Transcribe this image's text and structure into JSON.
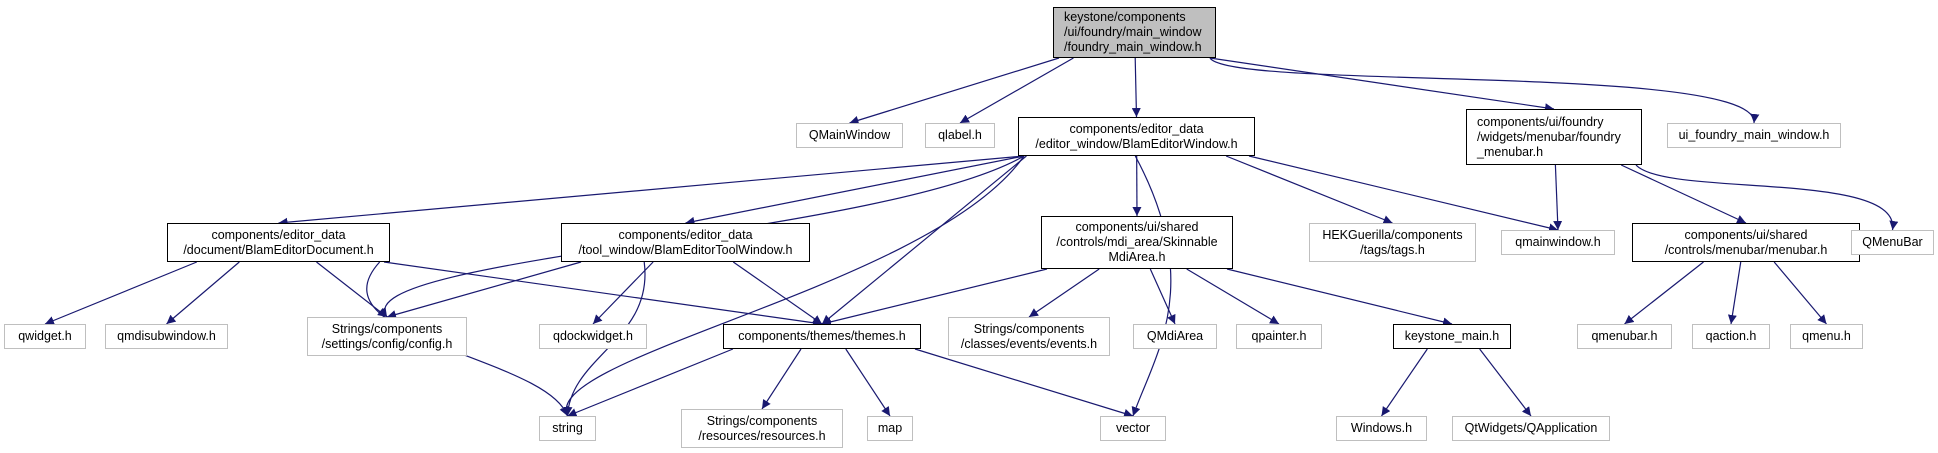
{
  "colors": {
    "edge": "#191970",
    "root_fill": "#bfbfbf",
    "external_border": "#bfbfbf",
    "local_border": "#000000"
  },
  "nodes": {
    "root": {
      "label": "keystone/components\n/ui/foundry/main_window\n/foundry_main_window.h"
    },
    "qmainwindow": {
      "label": "QMainWindow"
    },
    "qlabel": {
      "label": "qlabel.h"
    },
    "blameditorwindow": {
      "label": "components/editor_data\n/editor_window/BlamEditorWindow.h"
    },
    "foundry_menubar": {
      "label": "components/ui/foundry\n/widgets/menubar/foundry\n_menubar.h"
    },
    "ui_foundry": {
      "label": "ui_foundry_main_window.h"
    },
    "blameditordocument": {
      "label": "components/editor_data\n/document/BlamEditorDocument.h"
    },
    "blameditortoolwindow": {
      "label": "components/editor_data\n/tool_window/BlamEditorToolWindow.h"
    },
    "skinnable": {
      "label": "components/ui/shared\n/controls/mdi_area/Skinnable\nMdiArea.h"
    },
    "tags": {
      "label": "HEKGuerilla/components\n/tags/tags.h"
    },
    "qmainwindow_h": {
      "label": "qmainwindow.h"
    },
    "shared_menubar": {
      "label": "components/ui/shared\n/controls/menubar/menubar.h"
    },
    "qmenubar_cls": {
      "label": "QMenuBar"
    },
    "qwidget": {
      "label": "qwidget.h"
    },
    "qmdisubwindow": {
      "label": "qmdisubwindow.h"
    },
    "config": {
      "label": "Strings/components\n/settings/config/config.h"
    },
    "qdockwidget": {
      "label": "qdockwidget.h"
    },
    "themes": {
      "label": "components/themes/themes.h"
    },
    "events": {
      "label": "Strings/components\n/classes/events/events.h"
    },
    "qmdiarea": {
      "label": "QMdiArea"
    },
    "qpainter": {
      "label": "qpainter.h"
    },
    "keystone_main": {
      "label": "keystone_main.h"
    },
    "qmenubar_h": {
      "label": "qmenubar.h"
    },
    "qaction": {
      "label": "qaction.h"
    },
    "qmenu": {
      "label": "qmenu.h"
    },
    "string": {
      "label": "string"
    },
    "resources": {
      "label": "Strings/components\n/resources/resources.h"
    },
    "map": {
      "label": "map"
    },
    "vector": {
      "label": "vector"
    },
    "windows": {
      "label": "Windows.h"
    },
    "qapplication": {
      "label": "QtWidgets/QApplication"
    }
  },
  "edges": [
    [
      "root",
      "qmainwindow"
    ],
    [
      "root",
      "qlabel"
    ],
    [
      "root",
      "blameditorwindow"
    ],
    [
      "root",
      "foundry_menubar"
    ],
    [
      "root",
      "ui_foundry"
    ],
    [
      "blameditorwindow",
      "blameditordocument"
    ],
    [
      "blameditorwindow",
      "config"
    ],
    [
      "blameditorwindow",
      "string"
    ],
    [
      "blameditorwindow",
      "blameditortoolwindow"
    ],
    [
      "blameditorwindow",
      "themes"
    ],
    [
      "blameditorwindow",
      "skinnable"
    ],
    [
      "blameditorwindow",
      "vector"
    ],
    [
      "blameditorwindow",
      "tags"
    ],
    [
      "blameditorwindow",
      "qmainwindow_h"
    ],
    [
      "foundry_menubar",
      "qmainwindow_h"
    ],
    [
      "foundry_menubar",
      "shared_menubar"
    ],
    [
      "foundry_menubar",
      "qmenubar_cls"
    ],
    [
      "blameditordocument",
      "qwidget"
    ],
    [
      "blameditordocument",
      "qmdisubwindow"
    ],
    [
      "blameditordocument",
      "config"
    ],
    [
      "blameditordocument",
      "string"
    ],
    [
      "blameditordocument",
      "themes"
    ],
    [
      "blameditortoolwindow",
      "config"
    ],
    [
      "blameditortoolwindow",
      "qdockwidget"
    ],
    [
      "blameditortoolwindow",
      "themes"
    ],
    [
      "blameditortoolwindow",
      "string"
    ],
    [
      "skinnable",
      "themes"
    ],
    [
      "skinnable",
      "events"
    ],
    [
      "skinnable",
      "qmdiarea"
    ],
    [
      "skinnable",
      "qpainter"
    ],
    [
      "skinnable",
      "keystone_main"
    ],
    [
      "themes",
      "string"
    ],
    [
      "themes",
      "resources"
    ],
    [
      "themes",
      "map"
    ],
    [
      "themes",
      "vector"
    ],
    [
      "keystone_main",
      "windows"
    ],
    [
      "keystone_main",
      "qapplication"
    ],
    [
      "shared_menubar",
      "qmenubar_h"
    ],
    [
      "shared_menubar",
      "qaction"
    ],
    [
      "shared_menubar",
      "qmenu"
    ]
  ]
}
